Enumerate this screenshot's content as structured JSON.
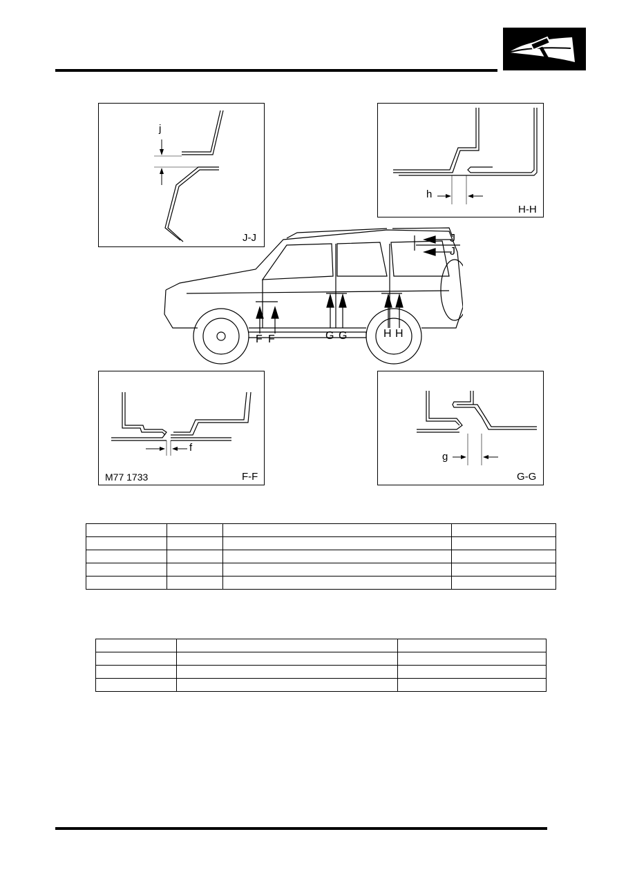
{
  "panels": {
    "jj": {
      "section_label": "J-J",
      "dim_letter": "j"
    },
    "hh": {
      "section_label": "H-H",
      "dim_letter": "h"
    },
    "ff": {
      "section_label": "F-F",
      "dim_letter": "f",
      "figure_ref": "M77 1733"
    },
    "gg": {
      "section_label": "G-G",
      "dim_letter": "g"
    }
  },
  "vehicle_callouts": {
    "f1": "F",
    "f2": "F",
    "g1": "G",
    "g2": "G",
    "h1": "H",
    "h2": "H",
    "j1": "J",
    "j2": "J"
  },
  "tables": {
    "table1": {
      "rows": 5,
      "cols": 4
    },
    "table2": {
      "rows": 4,
      "cols": 3
    }
  }
}
